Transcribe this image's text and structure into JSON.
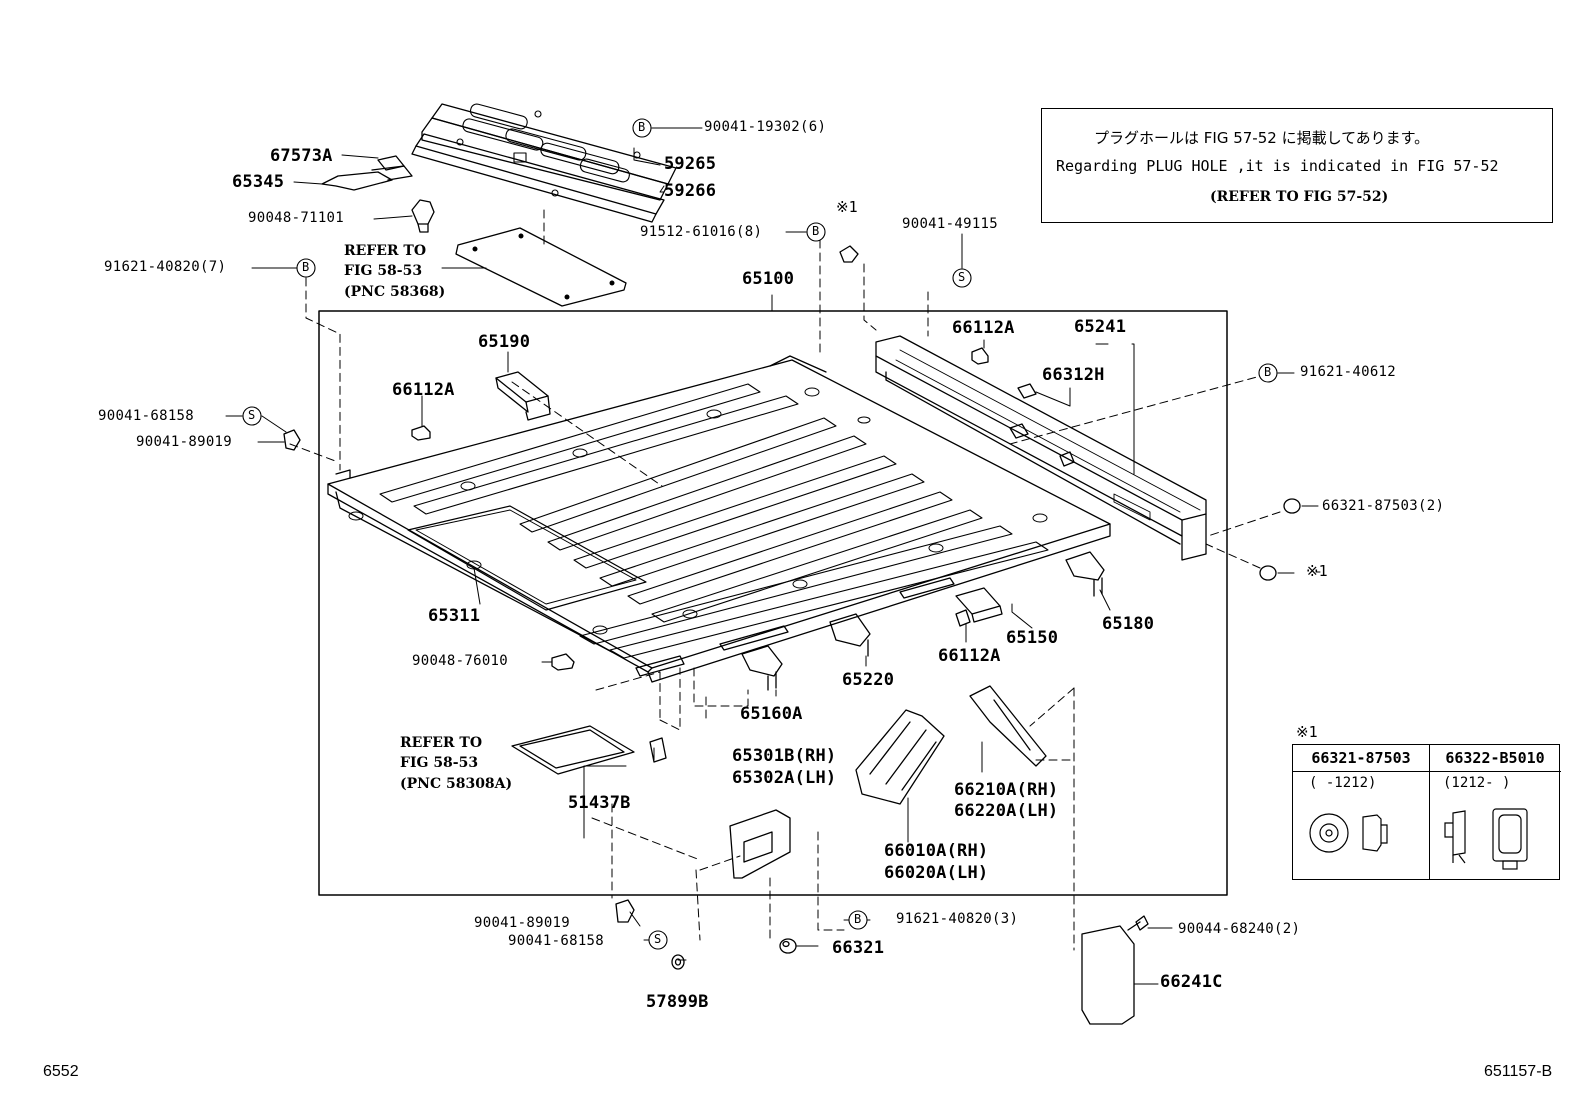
{
  "note": {
    "jp": "プラグホールは FIG 57-52 に掲載してあります。",
    "en": "Regarding PLUG HOLE ,it is indicated in FIG 57-52",
    "ref": "(REFER TO FIG 57-52)"
  },
  "parts": {
    "p90041_19302": "90041-19302(6)",
    "p59265": "59265",
    "p59266": "59266",
    "p67573A": "67573A",
    "p65345": "65345",
    "p90048_71101": "90048-71101",
    "p91621_40820_7": "91621-40820(7)",
    "p91512_61016": "91512-61016(8)",
    "p90041_49115": "90041-49115",
    "p65100": "65100",
    "p66112A_top": "66112A",
    "p65241": "65241",
    "p66312H": "66312H",
    "p91621_40612": "91621-40612",
    "p65190": "65190",
    "p66112A_left": "66112A",
    "p90041_68158_a": "90041-68158",
    "p90041_89019_a": "90041-89019",
    "p66321_87503": "66321-87503(2)",
    "p65311": "65311",
    "p65180": "65180",
    "p65150": "65150",
    "p66112A_bottom": "66112A",
    "p90048_76010": "90048-76010",
    "p65220": "65220",
    "p65160A": "65160A",
    "p65301B": "65301B(RH)",
    "p65302A": "65302A(LH)",
    "p66210A": "66210A(RH)",
    "p66220A": "66220A(LH)",
    "p51437B": "51437B",
    "p66010A": "66010A(RH)",
    "p66020A": "66020A(LH)",
    "p90041_89019_b": "90041-89019",
    "p90041_68158_b": "90041-68158",
    "p91621_40820_3": "91621-40820(3)",
    "p66321": "66321",
    "p57899B": "57899B",
    "p90044_68240": "90044-68240(2)",
    "p66241C": "66241C"
  },
  "refer_top": {
    "l1": "REFER TO",
    "l2": "FIG 58-53",
    "l3": "(PNC 58368)"
  },
  "refer_bottom": {
    "l1": "REFER TO",
    "l2": "FIG 58-53",
    "l3": "(PNC 58308A)"
  },
  "callouts": {
    "b": "B",
    "s": "S"
  },
  "star_mark": "※1",
  "star_label": "※1",
  "legend": {
    "mark": "※1",
    "col1": "66321-87503",
    "col2": "66322-B5010",
    "rng1": "(    -1212)",
    "rng2": "(1212-    )"
  },
  "footer": {
    "left": "6552",
    "right": "651157-B"
  }
}
